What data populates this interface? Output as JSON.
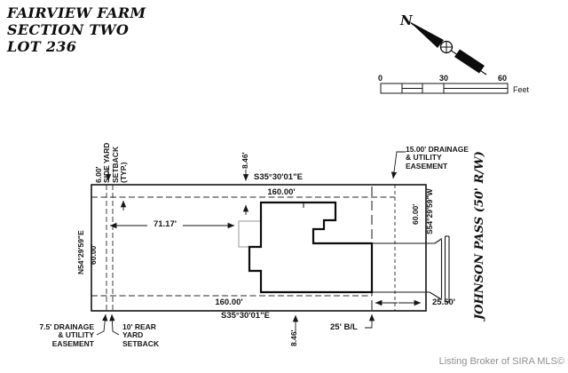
{
  "title": {
    "lines": [
      "FAIRVIEW FARM",
      "SECTION TWO",
      "LOT 236"
    ]
  },
  "north": {
    "label": "N"
  },
  "scale_bar": {
    "ticks": [
      "0",
      "30",
      "60"
    ],
    "unit": "Feet"
  },
  "plat": {
    "side_yard_setback": [
      "6.00'",
      "SIDE YARD",
      "SETBACK",
      "(TYP.)"
    ],
    "offset_top": "8.46'",
    "bearing_top": "S35°30'01\"E",
    "length_top": "160.00'",
    "easement_right": [
      "15.00' DRAINAGE",
      "& UTILITY",
      "EASEMENT"
    ],
    "bearing_west": "N54°29'59\"E",
    "length_west": "60.00'",
    "length_east": "60.00'",
    "bearing_east": "S54°29'59\"W",
    "street": "JOHNSON PASS (50' R/W)",
    "house_offset": "71.17'",
    "length_bottom": "160.00'",
    "bearing_bottom": "S35°30'01\"E",
    "offset_bottom": "8.46'",
    "building_line": "25' B/L",
    "road_offset": "25.50'",
    "easement_left": [
      "7.5' DRAINAGE",
      "& UTILITY",
      "EASEMENT"
    ],
    "rear_setback": [
      "10' REAR",
      "YARD",
      "SETBACK"
    ]
  },
  "footer": {
    "credit": "Listing Broker of SIRA MLS©"
  }
}
